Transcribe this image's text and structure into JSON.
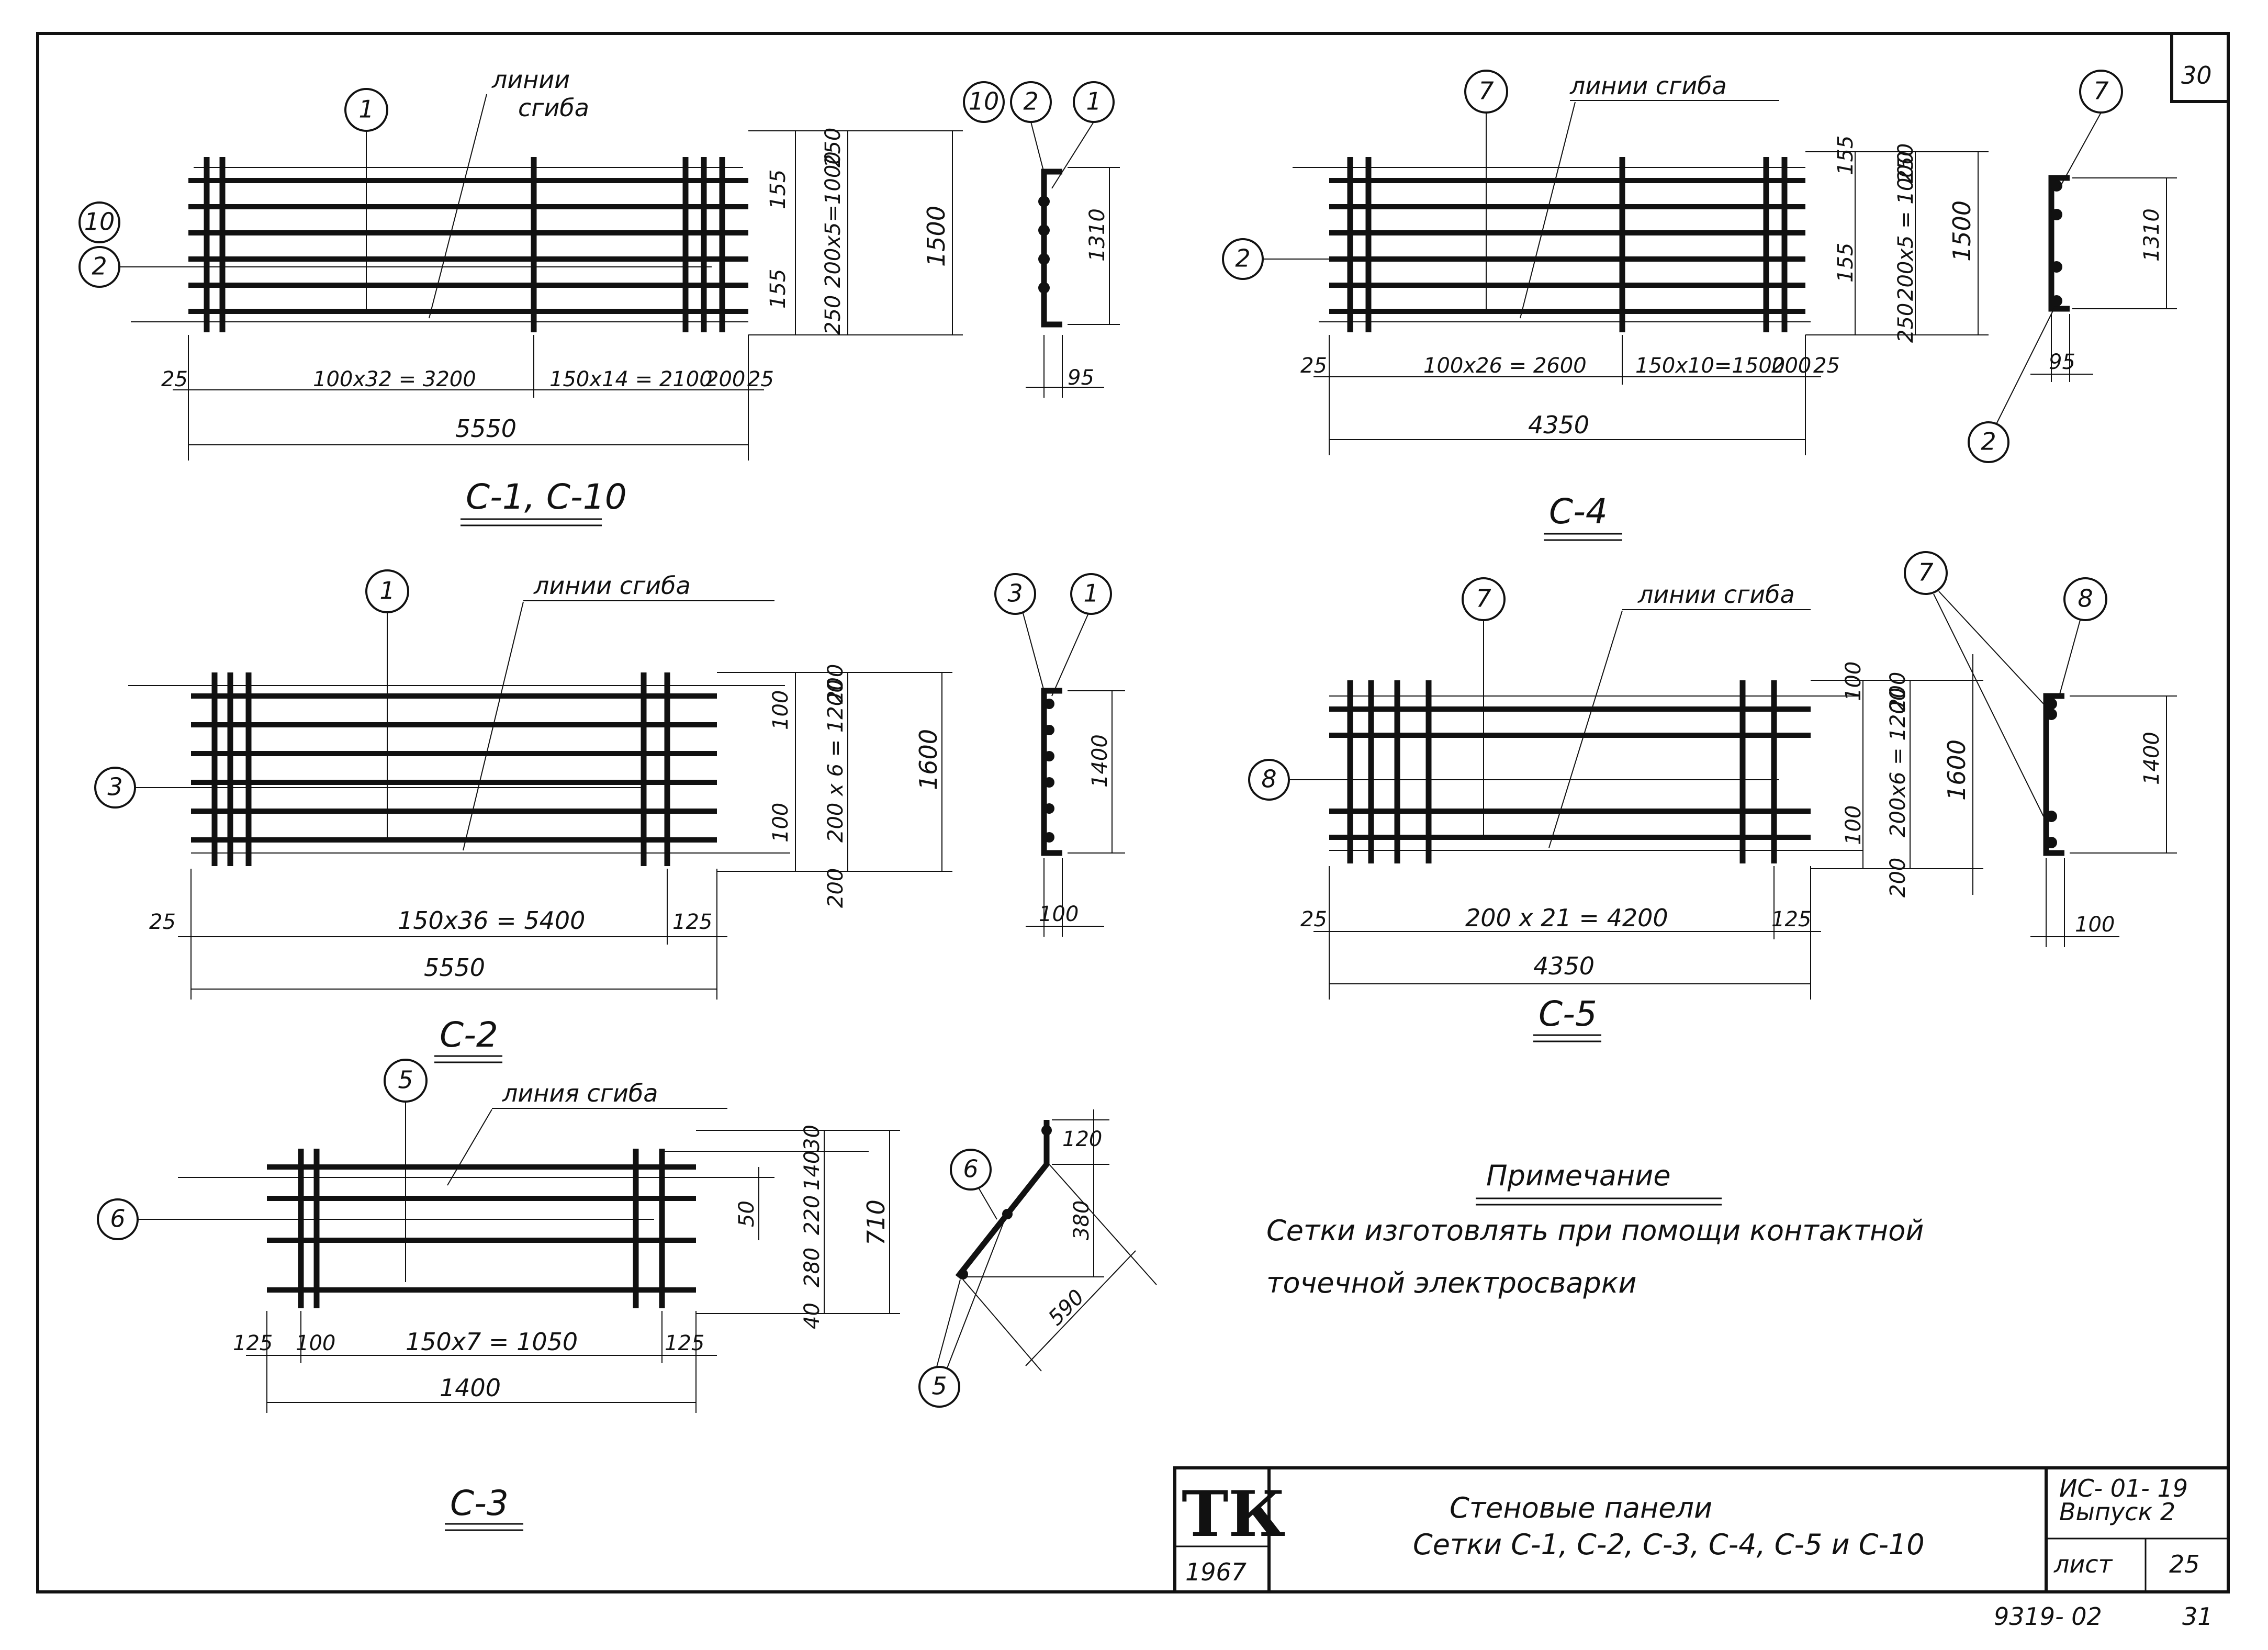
{
  "sheet": {
    "corner_number": "30",
    "footer_code": "9319- 02",
    "footer_page": "31"
  },
  "title_block": {
    "stamp": "ТК",
    "year": "1967",
    "title_line1": "Стеновые   панели",
    "title_line2": "Сетки С-1, С-2, С-3, С-4, С-5 и С-10",
    "series_code": "ИС- 01- 19",
    "issue": "Выпуск 2",
    "sheet_label": "лист",
    "sheet_number": "25"
  },
  "note": {
    "heading": "Примечание",
    "line1": "Сетки   изготовлять при помощи   контактной",
    "line2": "точечной      электросварки"
  },
  "mesh_c1": {
    "title": "С-1, С-10",
    "bend_label_1": "линии",
    "bend_label_2": "сгиба",
    "pos_top": "1",
    "pos_left_a": "10",
    "pos_left_b": "2",
    "dim_left": "25",
    "dim_spacing1": "100x32 = 3200",
    "dim_spacing2": "150x14 = 2100",
    "dim_spacing3": "200",
    "dim_right": "25",
    "dim_total": "5550",
    "dim_v_top": "155",
    "dim_v_bottom": "155",
    "dim_v_outer_top": "250",
    "dim_v_mid": "200x5=1000",
    "dim_v_outer_bottom": "250",
    "dim_v_total": "1500",
    "section_pos_a": "10",
    "section_pos_b": "2",
    "section_pos_c": "1",
    "section_height": "1310",
    "section_flange": "95"
  },
  "mesh_c4": {
    "title": "С-4",
    "bend_label": "линии сгиба",
    "pos_top": "7",
    "pos_left": "2",
    "dim_left": "25",
    "dim_spacing1": "100x26 = 2600",
    "dim_spacing2": "150x10=1500",
    "dim_spacing3": "200",
    "dim_right": "25",
    "dim_total": "4350",
    "dim_v_top": "155",
    "dim_v_bottom": "155",
    "dim_v_outer_top": "250",
    "dim_v_mid": "200x5 = 1000",
    "dim_v_outer_bottom": "250",
    "dim_v_total": "1500",
    "section_pos_top": "7",
    "section_pos_bottom": "2",
    "section_height": "1310",
    "section_flange": "95"
  },
  "mesh_c2": {
    "title": "С-2",
    "bend_label": "линии сгиба",
    "pos_top": "1",
    "pos_left": "3",
    "dim_left": "25",
    "dim_spacing": "150x36 = 5400",
    "dim_right": "125",
    "dim_total": "5550",
    "dim_v_top": "100",
    "dim_v_bottom": "100",
    "dim_v_outer_top": "200",
    "dim_v_mid": "200 x 6 = 1200",
    "dim_v_outer_bottom": "200",
    "dim_v_total": "1600",
    "section_pos_a": "3",
    "section_pos_b": "1",
    "section_height": "1400",
    "section_flange": "100"
  },
  "mesh_c5": {
    "title": "С-5",
    "bend_label": "линии сгиба",
    "pos_top": "7",
    "pos_left": "8",
    "dim_left": "25",
    "dim_spacing": "200 x 21 = 4200",
    "dim_right": "125",
    "dim_total": "4350",
    "dim_v_top": "100",
    "dim_v_bottom": "100",
    "dim_v_outer_top": "200",
    "dim_v_mid": "200x6 = 1200",
    "dim_v_outer_bottom": "200",
    "dim_v_total": "1600",
    "section_pos_a": "7",
    "section_pos_b": "8",
    "section_height": "1400",
    "section_flange": "100"
  },
  "mesh_c3": {
    "title": "С-3",
    "bend_label": "линия сгиба",
    "pos_top": "5",
    "pos_left": "6",
    "dim_left1": "125",
    "dim_left2": "100",
    "dim_spacing": "150x7 = 1050",
    "dim_right": "125",
    "dim_total": "1400",
    "dim_v_1": "30",
    "dim_v_2": "140",
    "dim_v_3": "220",
    "dim_v_4": "280",
    "dim_v_5": "40",
    "dim_v_inner": "50",
    "dim_v_total": "710",
    "section_pos_a": "6",
    "section_pos_b": "5",
    "section_top": "120",
    "section_mid": "380",
    "section_diag": "590"
  }
}
